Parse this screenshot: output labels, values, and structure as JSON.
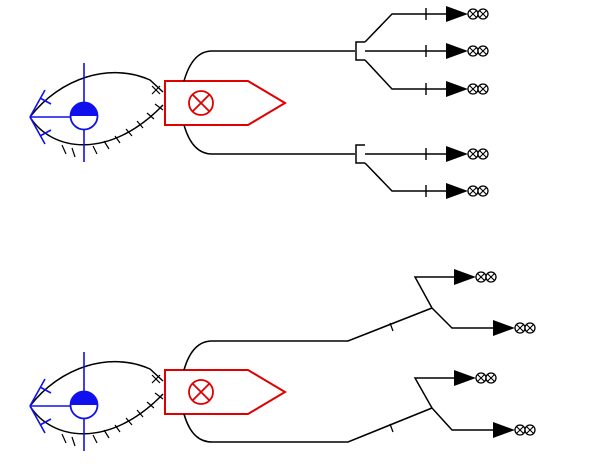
{
  "colors": {
    "background": "#ffffff",
    "line": "#000000",
    "device": "#e00000",
    "source": "#1010ee"
  },
  "diagrams": [
    {
      "name": "upper-circuit",
      "source_symbol": "eye-source-symbol",
      "device_symbol": "cross-circle-device",
      "splitter_style": "bracket",
      "output_groups": [
        3,
        2
      ],
      "terminal_symbol": "arrow-double-lamp"
    },
    {
      "name": "lower-circuit",
      "source_symbol": "eye-source-symbol",
      "device_symbol": "cross-circle-device",
      "splitter_style": "switch-fork",
      "output_groups": [
        2,
        2
      ],
      "terminal_symbol": "arrow-double-lamp"
    }
  ]
}
